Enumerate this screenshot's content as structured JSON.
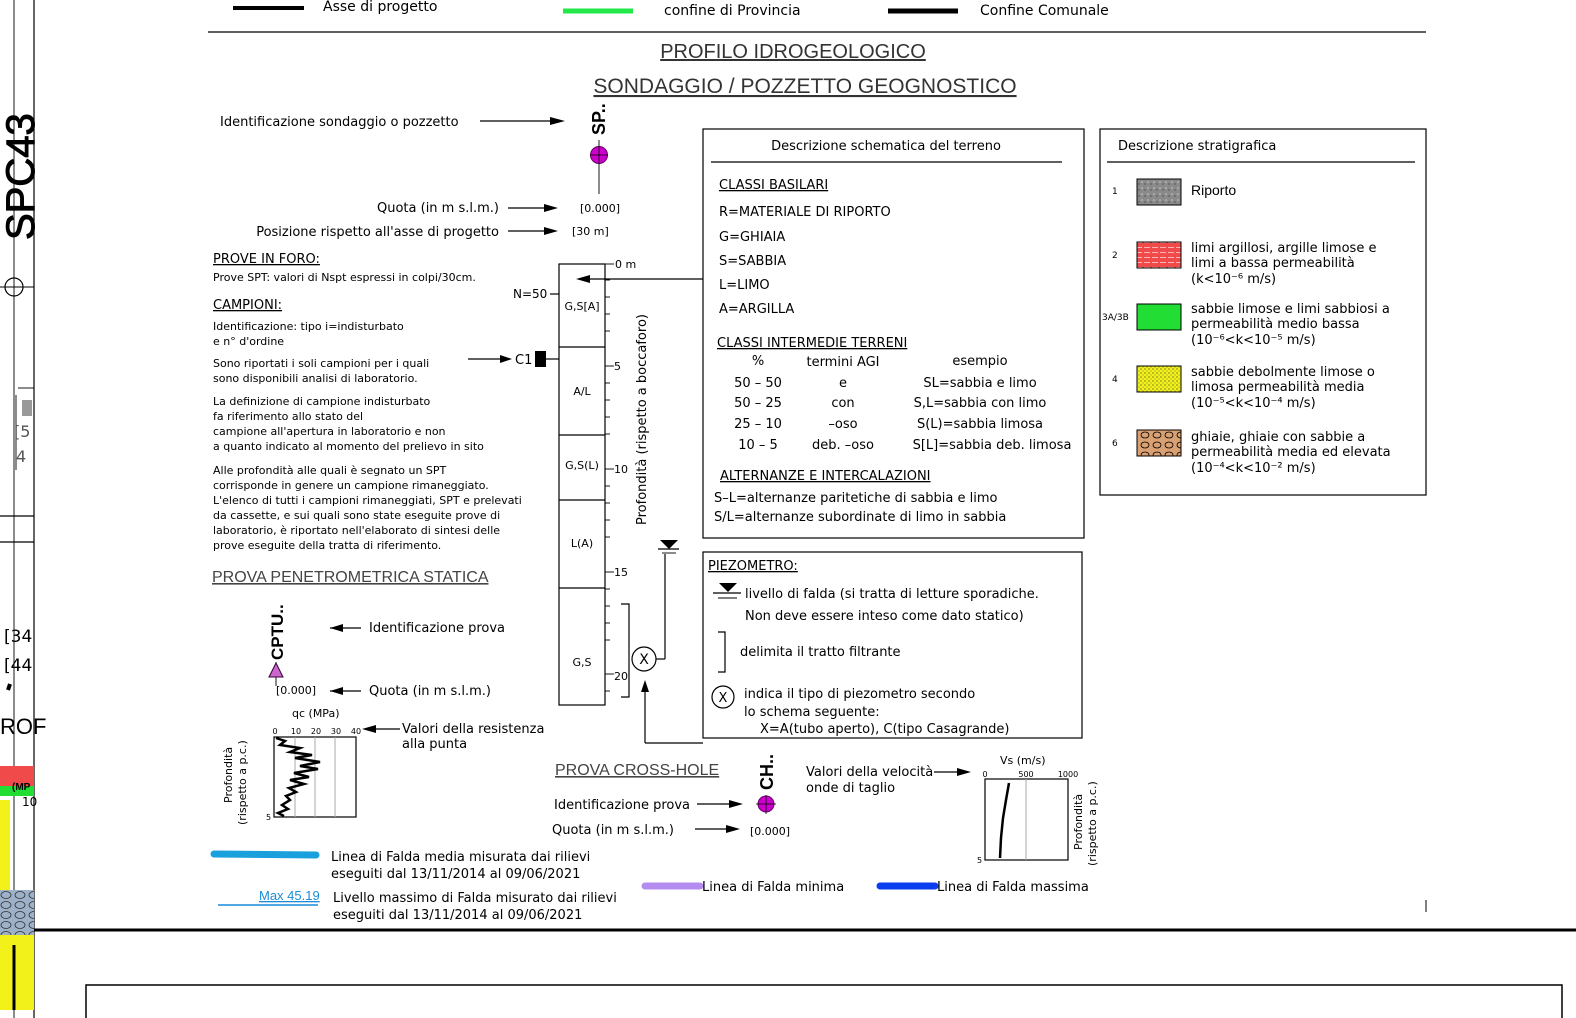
{
  "top_legend": {
    "asse": "Asse di progetto",
    "provincia": "confine di Provincia",
    "comunale": "Confine Comunale",
    "colors": {
      "provincia": "#22e84a",
      "comunale": "#000000"
    }
  },
  "titles": {
    "profilo": "PROFILO IDROGEOLOGICO",
    "sondaggio": "SONDAGGIO / POZZETTO GEOGNOSTICO"
  },
  "left_margin": {
    "code": "SPC43",
    "fragments": [
      "[5",
      "4",
      "[34",
      "[44",
      "ROF",
      "(MP",
      "10"
    ]
  },
  "sondaggio": {
    "id": "SP..",
    "id_label": "Identificazione sondaggio o pozzetto",
    "quota_label": "Quota (in m s.l.m.)",
    "quota_value": "[0.000]",
    "posizione_label": "Posizione rispetto all'asse di progetto",
    "posizione_value": "[30 m]",
    "marker_color": "#cc00cc"
  },
  "prove_in_foro": {
    "title": "PROVE IN FORO:",
    "spt": "Prove SPT: valori di Nspt espressi in colpi/30cm."
  },
  "campioni": {
    "title": "CAMPIONI:",
    "lines": [
      "Identificazione: tipo i=indisturbato",
      "e n° d'ordine",
      "Sono riportati i soli campioni per i quali",
      "sono disponibili analisi di laboratorio.",
      "La definizione di campione indisturbato",
      "fa riferimento allo stato del",
      "campione all'apertura in laboratorio e non",
      "a quanto indicato al momento del prelievo in sito",
      "Alle profondità alle quali è segnato un SPT",
      "corrisponde in genere un campione rimaneggiato.",
      "L'elenco di tutti i campioni rimaneggiati, SPT e prelevati",
      "da cassette, e sui quali sono state eseguite prove di",
      "laboratorio, è riportato nell'elaborato di sintesi delle",
      "prove eseguite della tratta di riferimento."
    ]
  },
  "column": {
    "nspt": "N=50",
    "campione": "C1",
    "depth_labels": [
      "0 m",
      "5",
      "10",
      "15",
      "20"
    ],
    "layers": [
      "G,S[A]",
      "A/L",
      "G,S(L)",
      "L(A)",
      "G,S"
    ],
    "axis_label": "Profondità (rispetto a boccaforo)",
    "piezo_symbol": "X"
  },
  "descrizione_schematica": {
    "title": "Descrizione schematica del terreno",
    "classi_basilari_title": "CLASSI BASILARI",
    "classi_basilari": [
      "R=MATERIALE DI RIPORTO",
      "G=GHIAIA",
      "S=SABBIA",
      "L=LIMO",
      "A=ARGILLA"
    ],
    "classi_intermedie_title": "CLASSI INTERMEDIE TERRENI",
    "header": [
      "%",
      "termini AGI",
      "esempio"
    ],
    "rows": [
      [
        "50 – 50",
        "e",
        "SL=sabbia e limo"
      ],
      [
        "50 – 25",
        "con",
        "S,L=sabbia con limo"
      ],
      [
        "25 – 10",
        "–oso",
        "S(L)=sabbia limosa"
      ],
      [
        "10 – 5",
        "deb. –oso",
        "S[L]=sabbia deb. limosa"
      ]
    ],
    "alternanze_title": "ALTERNANZE E INTERCALAZIONI",
    "alternanze": [
      "S–L=alternanze paritetiche di sabbia e limo",
      "S/L=alternanze subordinate di limo in sabbia"
    ]
  },
  "piezometro": {
    "title": "PIEZOMETRO:",
    "falda_line1": "livello di falda (si tratta di letture sporadiche.",
    "falda_line2": "Non deve essere inteso come dato statico)",
    "filtrante": "delimita il tratto filtrante",
    "tipo_line1": "indica il tipo di piezometro secondo",
    "tipo_line2": "lo schema seguente:",
    "tipo_line3": "X=A(tubo aperto), C(tipo Casagrande)",
    "symbol": "X"
  },
  "descrizione_stratigrafica": {
    "title": "Descrizione stratigrafica",
    "items": [
      {
        "num": "1",
        "lines": [
          "Riporto"
        ],
        "color": "#8a8a8a"
      },
      {
        "num": "2",
        "lines": [
          "limi argillosi, argille limose e",
          "limi a bassa permeabilità",
          "(k<10⁻⁶ m/s)"
        ],
        "color": "#f04a4a"
      },
      {
        "num": "3A/3B",
        "lines": [
          "sabbie limose e limi sabbiosi a",
          "permeabilità medio bassa",
          "(10⁻⁶<k<10⁻⁵ m/s)"
        ],
        "color": "#22dd33"
      },
      {
        "num": "4",
        "lines": [
          "sabbie debolmente limose o",
          "limosa permeabilità media",
          "(10⁻⁵<k<10⁻⁴ m/s)"
        ],
        "color": "#f2f21a"
      },
      {
        "num": "6",
        "lines": [
          "ghiaie, ghiaie con sabbie a",
          "permeabilità media ed elevata",
          "(10⁻⁴<k<10⁻² m/s)"
        ],
        "color": "#d9a071"
      }
    ]
  },
  "cptu": {
    "section_title": "PROVA PENETROMETRICA STATICA",
    "id": "CPTU..",
    "id_label": "Identificazione prova",
    "quota_value": "[0.000]",
    "quota_label": "Quota (in m s.l.m.)",
    "axis_title": "qc (MPa)",
    "ticks": [
      "0",
      "10",
      "20",
      "30",
      "40"
    ],
    "depth_tick": "5",
    "resistenza_label_1": "Valori della resistenza",
    "resistenza_label_2": "alla punta",
    "ylabel_1": "Profondità",
    "ylabel_2": "(rispetto a p.c.)"
  },
  "cross_hole": {
    "section_title": "PROVA CROSS-HOLE",
    "id": "CH..",
    "id_label": "Identificazione prova",
    "quota_label": "Quota (in m s.l.m.)",
    "quota_value": "[0.000]",
    "vel_label_1": "Valori della velocità",
    "vel_label_2": "onde di taglio",
    "axis_title": "Vs (m/s)",
    "ticks": [
      "0",
      "500",
      "1000"
    ],
    "depth_tick": "5",
    "ylabel_1": "Profondità",
    "ylabel_2": "(rispetto a p.c.)"
  },
  "falda_legend": {
    "media_1": "Linea di Falda media misurata dai rilievi",
    "media_2": "eseguiti dal 13/11/2014 al 09/06/2021",
    "max_value": "Max 45.19",
    "max_1": "Livello massimo di Falda misurato dai rilievi",
    "max_2": "eseguiti dal 13/11/2014 al 09/06/2021",
    "minima": "Linea di Falda minima",
    "massima": "Linea di Falda massima",
    "colors": {
      "media": "#1aa0dc",
      "minima": "#b48cf0",
      "massima": "#0a3cf0"
    }
  }
}
